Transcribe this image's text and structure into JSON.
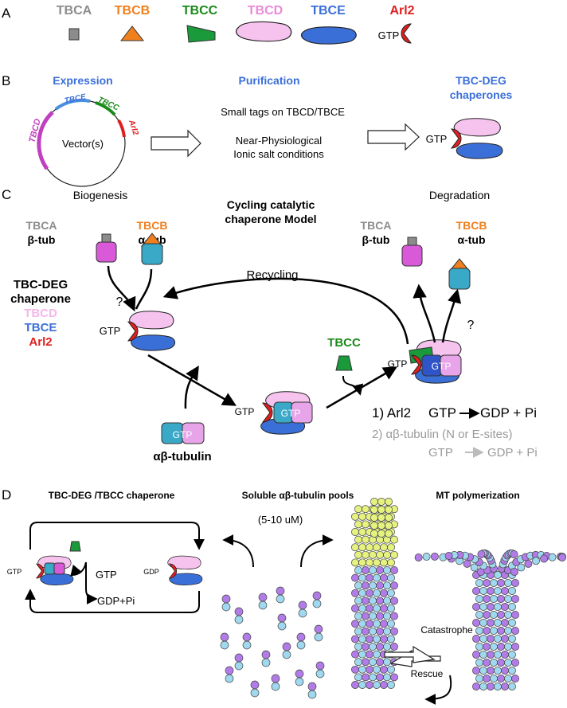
{
  "colors": {
    "tbca": "#8c8c8c",
    "tbcb": "#f07f1e",
    "tbcc": "#1a8a1a",
    "tbcd": "#e98ad8",
    "tbce": "#3b6fd8",
    "arl2": "#e01f1f",
    "alpha_tub": "#3aa9c8",
    "beta_tub": "#d95ad8",
    "grey_text": "#9a9a9a",
    "mt_yellow": "#e5f280",
    "mt_cyan": "#9fd8ef",
    "mt_purple": "#b27ce8"
  },
  "panelA": {
    "letter": "A",
    "tbca": "TBCA",
    "tbcb": "TBCB",
    "tbcc": "TBCC",
    "tbcd": "TBCD",
    "tbce": "TBCE",
    "arl2": "Arl2",
    "gtp": "GTP"
  },
  "panelB": {
    "letter": "B",
    "expression": "Expression",
    "purification": "Purification",
    "chaperones_line1": "TBC-DEG",
    "chaperones_line2": "chaperones",
    "vector": "Vector(s)",
    "plasmid_tbce": "TBCE",
    "plasmid_tbcc": "TBCC",
    "plasmid_arl2": "Arl2",
    "plasmid_tbcd": "TBCD",
    "tags": "Small tags on TBCD/TBCE",
    "salt1": "Near-Physiological",
    "salt2": "Ionic salt conditions",
    "gtp": "GTP"
  },
  "panelC": {
    "letter": "C",
    "biogenesis": "Biogenesis",
    "degradation": "Degradation",
    "model1": "Cycling catalytic",
    "model2": "chaperone Model",
    "tbca": "TBCA",
    "tbcb": "TBCB",
    "beta_tub": "β-tub",
    "alpha_tub": "α-tub",
    "recycling": "Recycling",
    "chaperone1": "TBC-DEG",
    "chaperone2": "chaperone",
    "tbcd": "TBCD",
    "tbce": "TBCE",
    "arl2": "Arl2",
    "question": "?",
    "gtp": "GTP",
    "tbcc": "TBCC",
    "ab_tubulin": "αβ-tubulin",
    "step1_label": "1) Arl2",
    "step1_gtp": "GTP",
    "step1_gdp": "GDP + Pi",
    "step2_label": "2) αβ-tubulin  (N or E-sites)",
    "step2_gtp": "GTP",
    "step2_gdp": "GDP + Pi"
  },
  "panelD": {
    "letter": "D",
    "title_left": "TBC-DEG /TBCC chaperone",
    "title_mid": "Soluble αβ-tubulin  pools",
    "title_right": "MT polymerization",
    "concentration": "(5-10 uM)",
    "gtp": "GTP",
    "gdp": "GDP",
    "gdp_pi": "GDP+Pi",
    "catastrophe": "Catastrophe",
    "rescue": "Rescue"
  }
}
